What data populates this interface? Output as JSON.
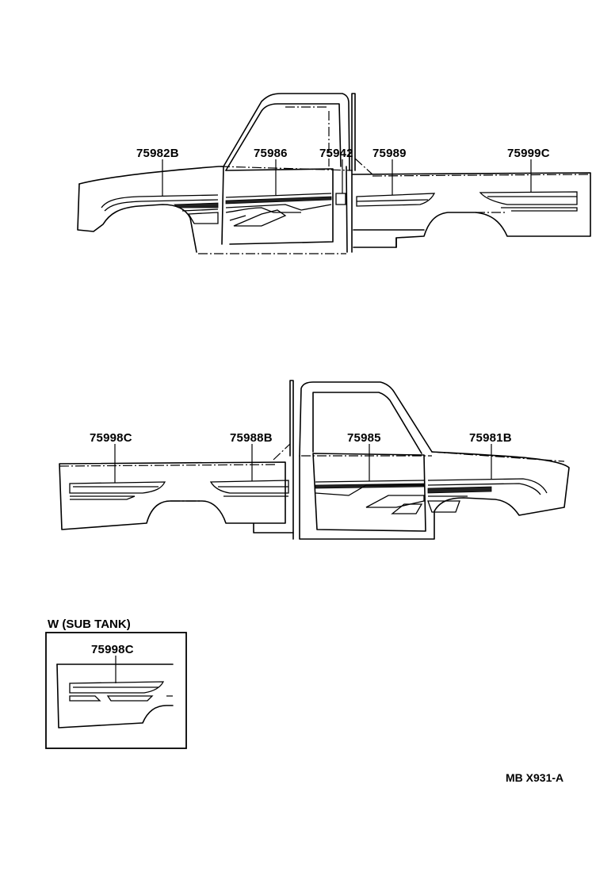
{
  "views": {
    "top": {
      "callouts": [
        "75982B",
        "75986",
        "75942",
        "75989",
        "75999C"
      ]
    },
    "bottom": {
      "callouts": [
        "75998C",
        "75988B",
        "75985",
        "75981B"
      ]
    },
    "inset": {
      "caption": "W (SUB TANK)",
      "callouts": [
        "75998C"
      ]
    }
  },
  "figure_code": "MB  X931-A"
}
